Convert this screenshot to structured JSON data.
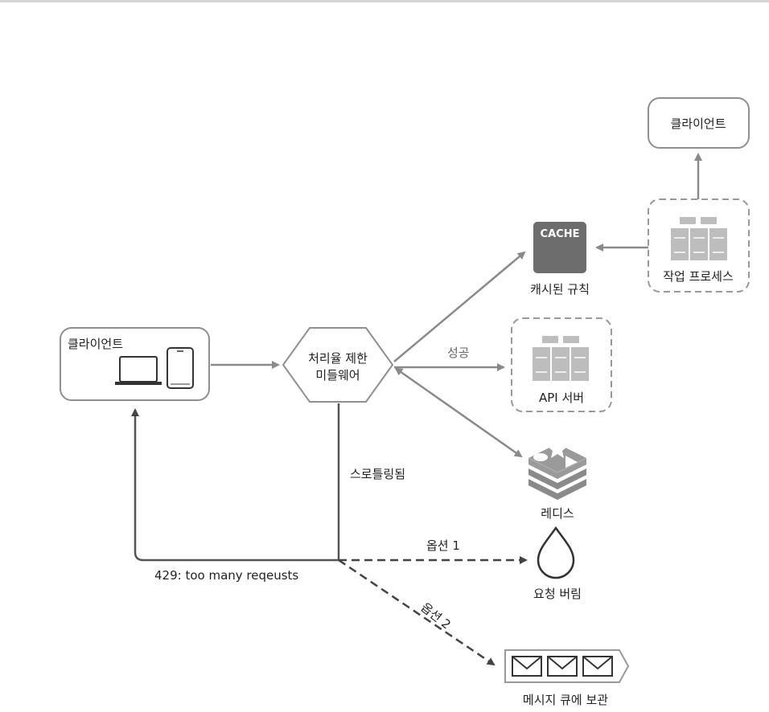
{
  "nodes": {
    "client_left": {
      "label": "클라이언트"
    },
    "client_top": {
      "label": "클라이언트"
    },
    "rate_limiter": {
      "line1": "처리율 제한",
      "line2": "미들웨어"
    },
    "cache": {
      "badge": "CACHE",
      "label": "캐시된 규칙"
    },
    "worker": {
      "label": "작업 프로세스"
    },
    "api_server": {
      "label": "API 서버"
    },
    "redis": {
      "label": "레디스"
    },
    "drop": {
      "label": "요청 버림"
    },
    "queue": {
      "label": "메시지 큐에 보관"
    }
  },
  "edges": {
    "success": "성공",
    "throttled": "스로틀링됨",
    "too_many": "429: too many reqeusts",
    "option1": "옵션 1",
    "option2": "옵션 2"
  },
  "colors": {
    "line": "#8a8a8a",
    "dark_line": "#555555",
    "box_border": "#8f8f8f",
    "cache_fill": "#6d6d6d",
    "server_fill": "#bdbdbd",
    "redis_fill": "#9a9a9a"
  }
}
